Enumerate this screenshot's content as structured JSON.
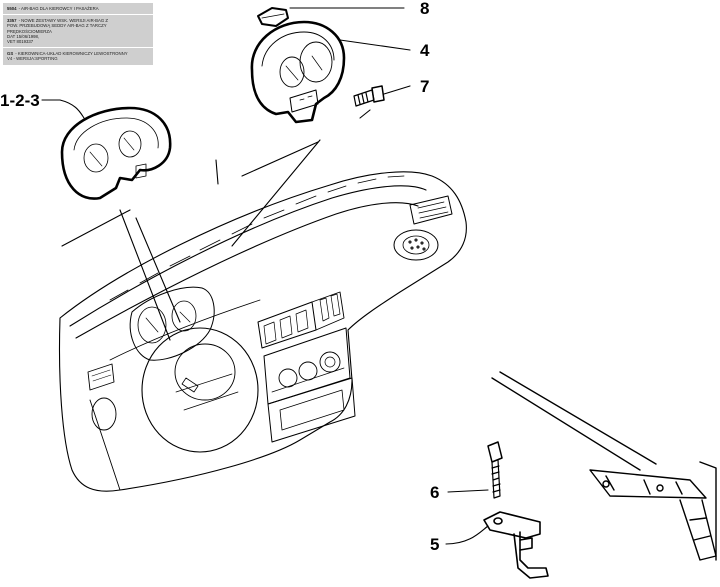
{
  "notes": [
    {
      "code": "5504",
      "lines": [
        "- AIR-BAG DLA KIEROWCY I PASAŻERA"
      ]
    },
    {
      "code": "3357",
      "lines": [
        "- NOWE ZESTAWY WSK. WERSJI AIR-BAG Z",
        "POW. PRZEBUDOWĄ SEDDY AIR-BAG Z TARCZY",
        "PRĘDKOŚCIOMIERZA",
        "DAT 15/06/1998,",
        "VET 8019337"
      ]
    },
    {
      "code": "GS",
      "lines": [
        "- KIEROWNICA-UKŁAD KIEROWNICZY LEWOSTRONNY",
        "V4 - WERSJA:SPORTING"
      ]
    }
  ],
  "callouts": {
    "c8": "8",
    "c4": "4",
    "c7": "7",
    "c123": "1-2-3",
    "c6": "6",
    "c5": "5"
  }
}
